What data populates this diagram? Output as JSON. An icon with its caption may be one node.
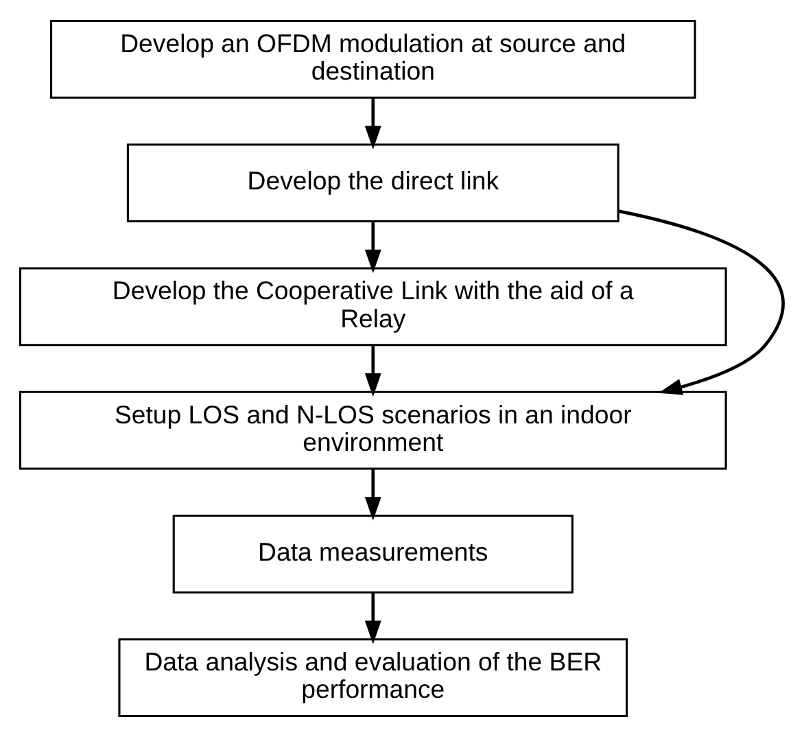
{
  "diagram": {
    "nodes": [
      {
        "text": [
          "Develop an OFDM modulation at source and destination"
        ]
      },
      {
        "text": [
          "Develop the direct link"
        ]
      },
      {
        "text": [
          "Develop the Cooperative Link with the aid of a Relay"
        ]
      },
      {
        "text": [
          "Setup LOS and N-LOS scenarios in an indoor environment"
        ]
      },
      {
        "text": [
          "Data measurements"
        ]
      },
      {
        "text": [
          "Data analysis and evaluation of the BER performance"
        ]
      }
    ],
    "edges": [
      {
        "from": 0,
        "to": 1,
        "arrow": "to"
      },
      {
        "from": 1,
        "to": 2,
        "arrow": "to"
      },
      {
        "from": 1,
        "to": 3,
        "arrow": "to"
      },
      {
        "from": 2,
        "to": 3,
        "arrow": "to"
      },
      {
        "from": 3,
        "to": 4,
        "arrow": "to"
      },
      {
        "from": 4,
        "to": 5,
        "arrow": "to"
      }
    ]
  }
}
